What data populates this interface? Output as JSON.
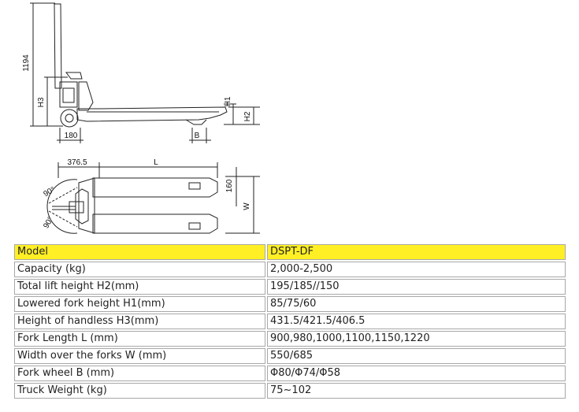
{
  "drawing": {
    "dimensions": {
      "height_total": "1194",
      "h3": "H3",
      "h1": "H1",
      "h2": "H2",
      "wheel_offset": "180",
      "b": "B",
      "rear_length": "376.5",
      "l": "L",
      "fork_width": "160",
      "w": "W",
      "angle_top": "90°",
      "angle_bottom": "90°"
    }
  },
  "table": {
    "rows": [
      {
        "label": "Model",
        "value": "DSPT-DF"
      },
      {
        "label": "Capacity (kg)",
        "value": "2,000-2,500"
      },
      {
        "label": "Total lift height H2(mm)",
        "value": "195/185//150"
      },
      {
        "label": "Lowered fork height H1(mm)",
        "value": "85/75/60"
      },
      {
        "label": "Height of handless H3(mm)",
        "value": "431.5/421.5/406.5"
      },
      {
        "label": "Fork Length L (mm)",
        "value": "900,980,1000,1100,1150,1220"
      },
      {
        "label": "Width over the forks W (mm)",
        "value": "550/685"
      },
      {
        "label": "Fork wheel B (mm)",
        "value": "Φ80/Φ74/Φ58"
      },
      {
        "label": "Truck Weight (kg)",
        "value": "75~102"
      }
    ],
    "header_color": "#ffef24"
  }
}
